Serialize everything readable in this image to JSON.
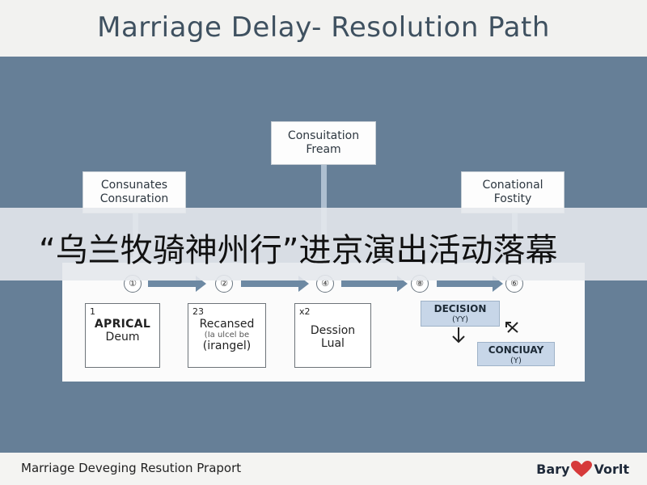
{
  "header": {
    "title": "Marriage Delay- Resolution Path"
  },
  "top_boxes": {
    "center": {
      "line1": "Consuitation",
      "line2": "Fream"
    },
    "left": {
      "line1": "Consunates",
      "line2": "Consuration"
    },
    "right": {
      "line1": "Conational",
      "line2": "Fostity"
    }
  },
  "overlay": {
    "text": "“乌兰牧骑神州行”进京演出活动落幕"
  },
  "steps": [
    "①",
    "②",
    "④",
    "⑧",
    "⑥"
  ],
  "cards": [
    {
      "index": "1",
      "line1": "APRICAL",
      "line2": "Deum"
    },
    {
      "index": "23",
      "line1": "Recansed",
      "small": "(Ia ulcel be",
      "line2": "(irangel)"
    },
    {
      "index": "x2",
      "line1": "Dession",
      "line2": "Lual"
    }
  ],
  "decision": {
    "label": "DECISION",
    "paren": "(YY)"
  },
  "continuay": {
    "label": "CONCIUAY",
    "paren": "(Y)"
  },
  "footer": {
    "text": "Marriage Deveging Resution Praport",
    "brand_left": "Bary",
    "brand_right": "Vorlt"
  },
  "colors": {
    "panel": "#667f97",
    "arrow": "#6d89a3",
    "connector": "#aebfd0",
    "decision_fill": "#c7d6e8",
    "heart": "#d63a3a"
  }
}
